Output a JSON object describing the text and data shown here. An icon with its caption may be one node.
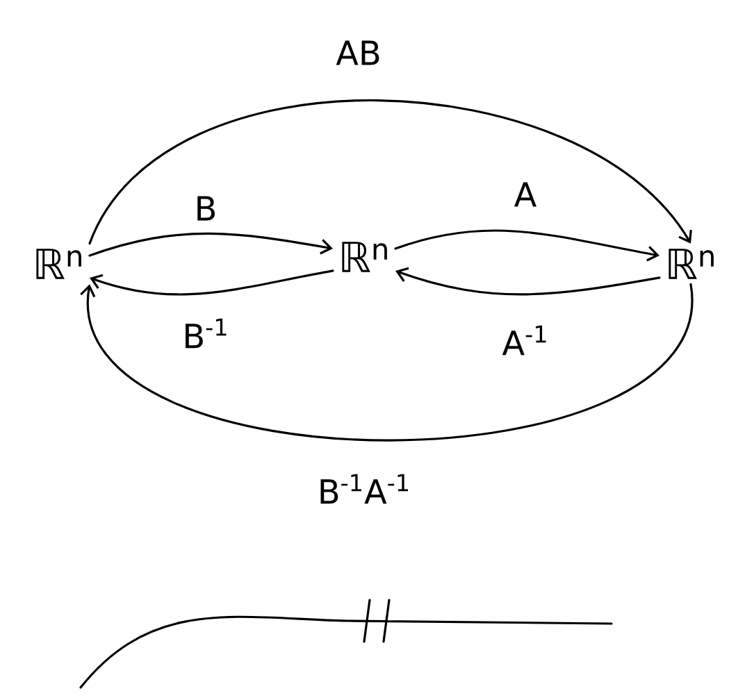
{
  "diagram": {
    "nodes": [
      {
        "text": [
          "ℝ$^{n}$"
        ]
      },
      {
        "text": [
          "ℝ$^{n}$"
        ]
      },
      {
        "text": [
          "ℝ$^{n}$"
        ]
      }
    ],
    "edges": [
      {
        "from": 0,
        "to": 2,
        "arrow": "to",
        "label": "AB"
      },
      {
        "from": 0,
        "to": 1,
        "arrow": "to",
        "label": "B"
      },
      {
        "from": 1,
        "to": 0,
        "arrow": "to",
        "label": "B$^{-1}$"
      },
      {
        "from": 1,
        "to": 2,
        "arrow": "to",
        "label": "A"
      },
      {
        "from": 2,
        "to": 1,
        "arrow": "to",
        "label": "A$^{-1}$"
      },
      {
        "from": 2,
        "to": 0,
        "arrow": "to",
        "label": "B$^{-1}$A$^{-1}$"
      }
    ]
  }
}
